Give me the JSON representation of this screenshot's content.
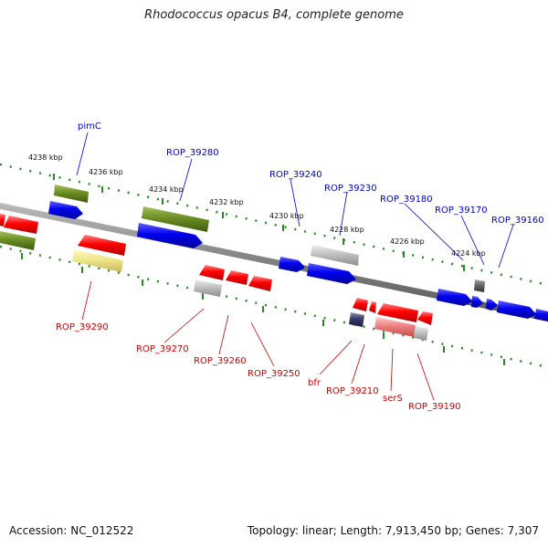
{
  "title": "Rhodococcus opacus B4, complete genome",
  "footer": {
    "accession": "Accession: NC_012522",
    "stats": "Topology: linear; Length: 7,913,450 bp; Genes: 7,307"
  },
  "colors": {
    "forward_label": "#0000cc",
    "reverse_label": "#cc0000",
    "backbone": "#8a8a8a",
    "scale_dots": "#2a8a2a"
  },
  "scale": {
    "ticks": [
      "4238 kbp",
      "4236 kbp",
      "4234 kbp",
      "4232 kbp",
      "4230 kbp",
      "4228 kbp",
      "4226 kbp",
      "4224 kbp"
    ]
  },
  "features": {
    "forward_labels": [
      "pimC",
      "ROP_39280",
      "ROP_39240",
      "ROP_39230",
      "ROP_39180",
      "ROP_39170",
      "ROP_39160"
    ],
    "reverse_labels": [
      "ROP_39290",
      "ROP_39270",
      "ROP_39260",
      "ROP_39250",
      "bfr",
      "ROP_39210",
      "serS",
      "ROP_39190"
    ]
  }
}
